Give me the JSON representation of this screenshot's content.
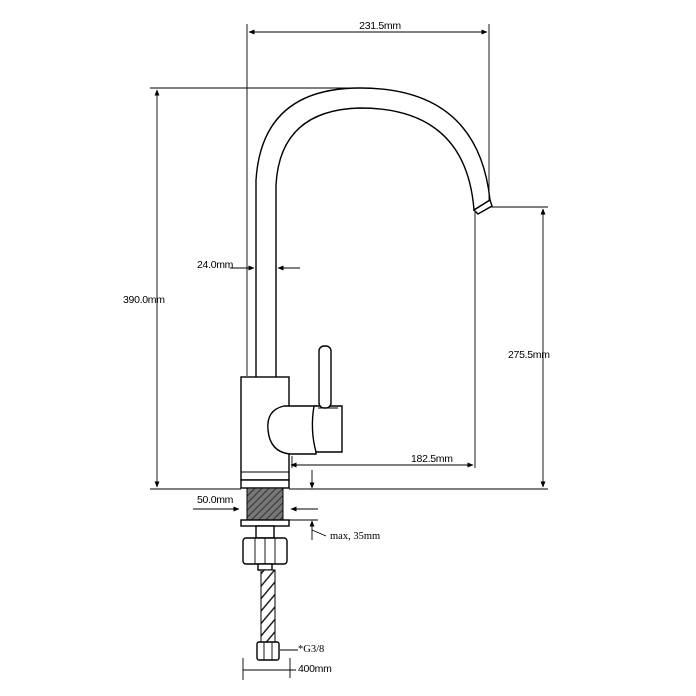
{
  "dimensions": {
    "spout_reach": "231.5mm",
    "total_height": "390.0mm",
    "outlet_height": "275.5mm",
    "pipe_diameter": "24.0mm",
    "base_to_outlet": "182.5mm",
    "base_diameter": "50.0mm",
    "max_thickness": "max, 35mm",
    "thread": "*G3/8",
    "hose_length": "400mm"
  },
  "colors": {
    "line": "#000000",
    "background": "#ffffff",
    "gasket": "#555555"
  }
}
